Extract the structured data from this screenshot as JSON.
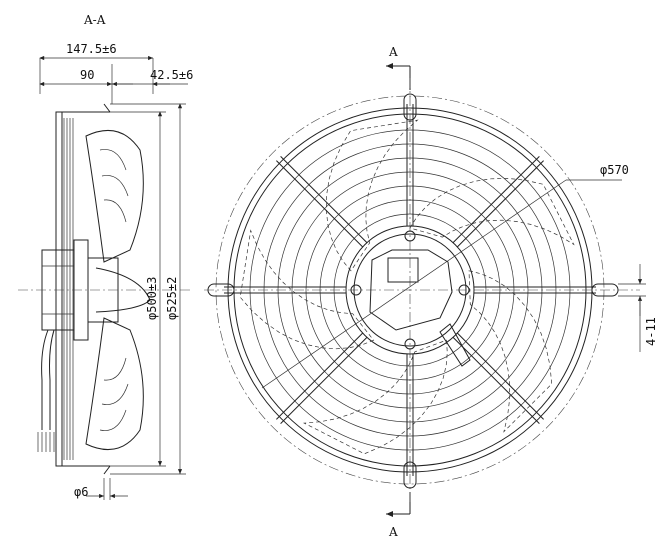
{
  "section_label": "A-A",
  "side_view": {
    "dim_overall_depth": "147.5±6",
    "dim_guard_to_hub": "90",
    "dim_hub_offset": "42.5±6",
    "dim_guard_ring_diameter": "φ500±3",
    "dim_mount_diameter": "φ525±2",
    "dim_hole_diameter": "φ6"
  },
  "front_view": {
    "dim_outer_diameter": "φ570",
    "dim_mount_slot": "4-11",
    "section_mark_top": "A",
    "section_mark_bottom": "A"
  }
}
